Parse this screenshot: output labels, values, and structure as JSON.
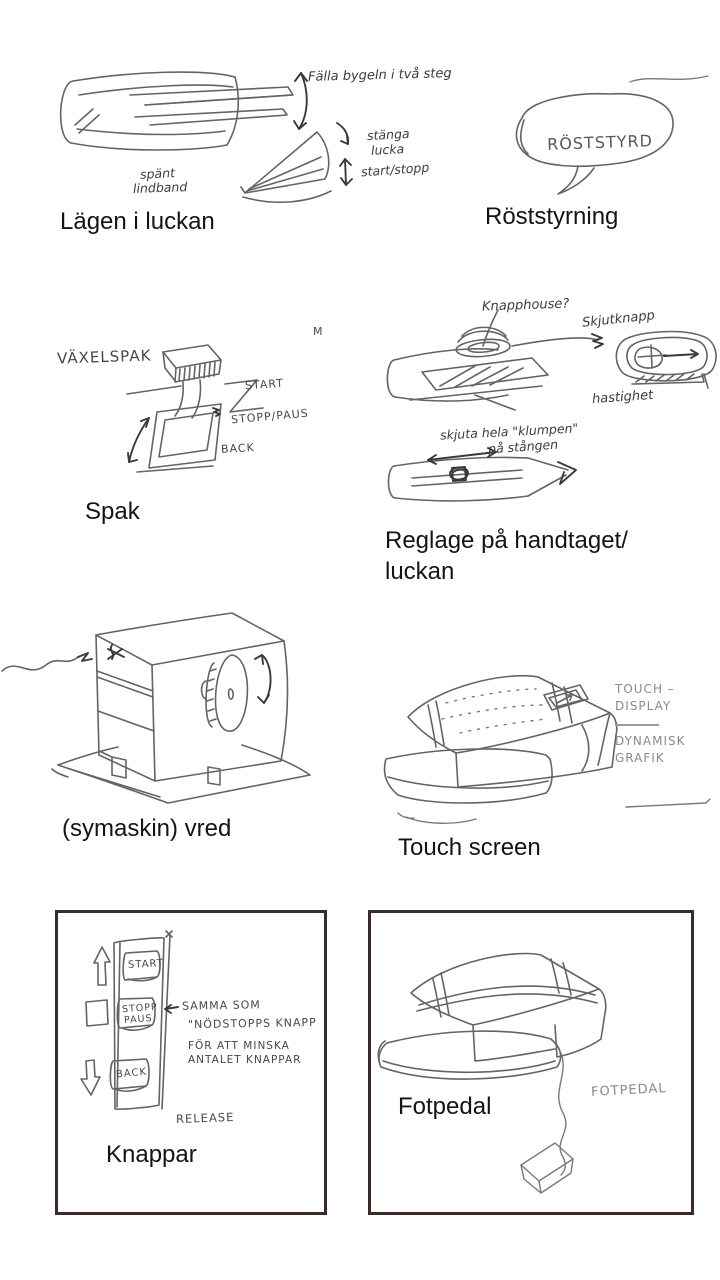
{
  "colors": {
    "background": "#ffffff",
    "pencil": "#646464",
    "ink": "#3a3a3a",
    "label": "#141414",
    "box_border": "#3b2b26"
  },
  "sections": {
    "lagen": {
      "caption": "Lägen i luckan",
      "note_fold": "Fälla bygeln i två steg",
      "note_close_1": "stänga",
      "note_close_2": "lucka",
      "note_startstop": "start/stopp",
      "note_strap_1": "spänt",
      "note_strap_2": "lindband"
    },
    "rost": {
      "caption": "Röststyrning",
      "bubble_text": "RÖSTSTYRD"
    },
    "spak": {
      "caption": "Spak",
      "note_gear": "VÄXELSPAK",
      "note_start": "START",
      "note_stop": "STOPP/PAUS",
      "note_back": "BACK",
      "note_mark": "M"
    },
    "reglage": {
      "caption": "Reglage på handtaget/ luckan",
      "note_knapphouse": "Knapphouse?",
      "note_skjutknapp": "Skjutknapp",
      "note_hastighet": "hastighet",
      "note_klump_1": "skjuta hela \"klumpen\"",
      "note_klump_2": "på stången"
    },
    "symaskin": {
      "caption": "(symaskin) vred"
    },
    "touch": {
      "caption": "Touch screen",
      "note_display_1": "TOUCH –",
      "note_display_2": "DISPLAY",
      "note_grafik_1": "DYNAMISK",
      "note_grafik_2": "GRAFIK"
    },
    "knappar": {
      "caption": "Knappar",
      "btn_start": "START",
      "btn_stop_1": "STOPP",
      "btn_stop_2": "PAUS",
      "btn_back": "BACK",
      "note_same_1": "SAMMA SOM",
      "note_same_2": "\"NÖDSTOPPS KNAPP",
      "note_same_3": "FÖR ATT MINSKA",
      "note_same_4": "ANTALET KNAPPAR",
      "note_release": "RELEASE"
    },
    "fotpedal": {
      "caption": "Fotpedal",
      "note_pedal": "FOTPEDAL"
    }
  }
}
